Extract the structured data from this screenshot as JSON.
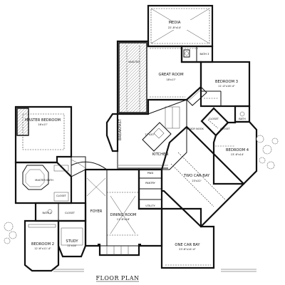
{
  "title": "FLOOR PLAN",
  "rooms": [
    {
      "id": "media",
      "name": "MEDIA",
      "dims": "22'-8\"x14'"
    },
    {
      "id": "great-room",
      "name": "GREAT ROOM",
      "dims": "18'x17'"
    },
    {
      "id": "bedroom-3",
      "name": "BEDROOM 3",
      "dims": "11'-4\"x16'-4\""
    },
    {
      "id": "bedroom-4",
      "name": "BEDROOM 4",
      "dims": "13'-6\"x14'"
    },
    {
      "id": "master-bedroom",
      "name": "MASTER BEDROOM",
      "dims": "16'x17'"
    },
    {
      "id": "breakfast",
      "name": "BREAKFAST",
      "dims": ""
    },
    {
      "id": "kitchen",
      "name": "KITCHEN",
      "dims": "27'x20'"
    },
    {
      "id": "two-car-bay",
      "name": "TWO CAR BAY",
      "dims": "23'x22'"
    },
    {
      "id": "dining-room",
      "name": "DINING ROOM",
      "dims": "11'-6\"x16'"
    },
    {
      "id": "foyer",
      "name": "FOYER",
      "dims": ""
    },
    {
      "id": "bedroom-2",
      "name": "BEDROOM 2",
      "dims": "12'-6\"x11'-4\""
    },
    {
      "id": "study",
      "name": "STUDY",
      "dims": "11'x14'"
    },
    {
      "id": "one-car-bay",
      "name": "ONE CAR BAY",
      "dims": "23'-6\"x14'-4\""
    }
  ],
  "small_labels": {
    "bath3": "BATH 3",
    "bath2": "BATH 2",
    "bath4": "BATH",
    "closet_b3": "CLOSET",
    "closet_b4": "CLOSET",
    "closet_m": "CLOSET",
    "closet_b2": "CLOSET",
    "utility": "UTILITY",
    "study_nook": "STUDY\nNOOK",
    "pantry": "PANTRY",
    "powder": "PWD",
    "master_bath": "MASTER\nBATH",
    "vaulted": "VAULTED"
  }
}
